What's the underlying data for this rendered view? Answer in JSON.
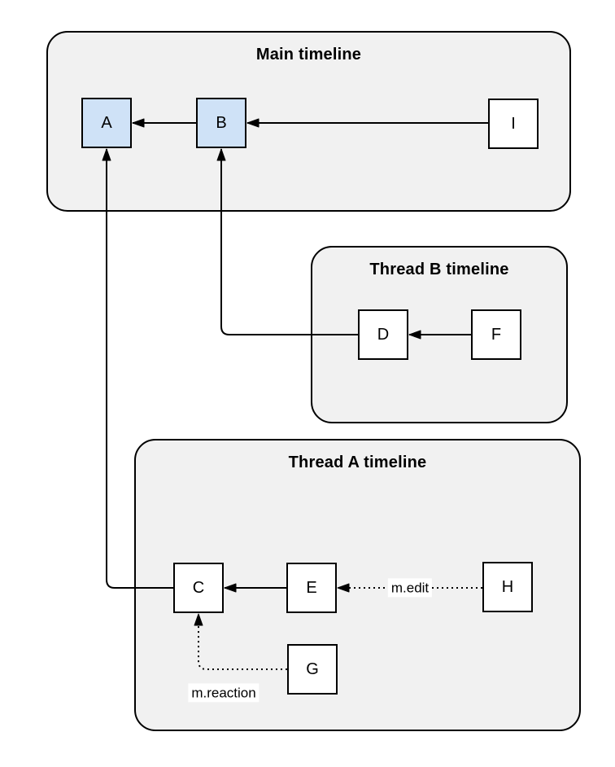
{
  "diagram": {
    "containers": [
      {
        "id": "main",
        "title": "Main timeline"
      },
      {
        "id": "thread-b",
        "title": "Thread B timeline"
      },
      {
        "id": "thread-a",
        "title": "Thread A timeline"
      }
    ],
    "nodes": [
      {
        "id": "A",
        "label": "A",
        "highlighted": true
      },
      {
        "id": "B",
        "label": "B",
        "highlighted": true
      },
      {
        "id": "I",
        "label": "I",
        "highlighted": false
      },
      {
        "id": "D",
        "label": "D",
        "highlighted": false
      },
      {
        "id": "F",
        "label": "F",
        "highlighted": false
      },
      {
        "id": "C",
        "label": "C",
        "highlighted": false
      },
      {
        "id": "E",
        "label": "E",
        "highlighted": false
      },
      {
        "id": "H",
        "label": "H",
        "highlighted": false
      },
      {
        "id": "G",
        "label": "G",
        "highlighted": false
      }
    ],
    "edges": [
      {
        "id": "B-A",
        "from": "B",
        "to": "A",
        "style": "solid",
        "label": ""
      },
      {
        "id": "I-B",
        "from": "I",
        "to": "B",
        "style": "solid",
        "label": ""
      },
      {
        "id": "D-B",
        "from": "D",
        "to": "B",
        "style": "solid",
        "label": ""
      },
      {
        "id": "F-D",
        "from": "F",
        "to": "D",
        "style": "solid",
        "label": ""
      },
      {
        "id": "E-C",
        "from": "E",
        "to": "C",
        "style": "solid",
        "label": ""
      },
      {
        "id": "C-A",
        "from": "C",
        "to": "A",
        "style": "solid",
        "label": ""
      },
      {
        "id": "H-E",
        "from": "H",
        "to": "E",
        "style": "dotted",
        "label": "m.edit"
      },
      {
        "id": "G-C",
        "from": "G",
        "to": "C",
        "style": "dotted",
        "label": "m.reaction"
      }
    ],
    "colors": {
      "container_fill": "#f1f1f1",
      "container_border": "#000000",
      "node_fill": "#ffffff",
      "node_highlight_fill": "#cfe2f7",
      "node_border": "#000000",
      "edge": "#000000",
      "label_bg": "#ffffff"
    }
  }
}
